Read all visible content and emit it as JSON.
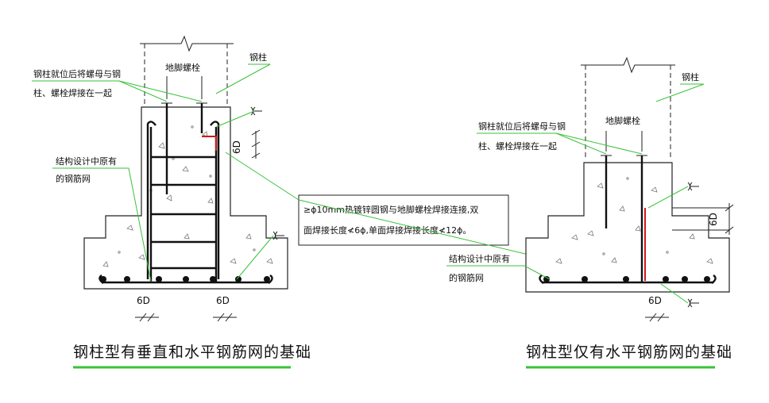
{
  "colors": {
    "leader": "#3ac23a",
    "weld": "#d01818",
    "underline": "#3ac23a",
    "line": "#222222"
  },
  "left": {
    "column_label": "钢柱",
    "anchor_bolt_label": "地脚螺栓",
    "weld_note_line1": "钢柱就位后将螺母与钢",
    "weld_note_line2": "柱、螺栓焊接在一起",
    "mesh_note_line1": "结构设计中原有",
    "mesh_note_line2": "的钢筋网",
    "dim_6d_side": "6D",
    "dim_6d_bottom_a": "6D",
    "dim_6d_bottom_b": "6D",
    "caption": "钢柱型有垂直和水平钢筋网的基础"
  },
  "center_note": {
    "line1": "≥ϕ10mm热镀锌圆钢与地脚螺栓焊接连接,双",
    "line2": "面焊接长度≮6ϕ,单面焊接焊接长度≮12ϕ。"
  },
  "right": {
    "column_label": "钢柱",
    "anchor_bolt_label": "地脚螺栓",
    "weld_note_line1": "钢柱就位后将螺母与钢",
    "weld_note_line2": "柱、螺栓焊接在一起",
    "mesh_note_line1": "结构设计中原有",
    "mesh_note_line2": "的钢筋网",
    "dim_6d_side": "6D",
    "dim_6d_bottom": "6D",
    "caption": "钢柱型仅有水平钢筋网的基础"
  }
}
